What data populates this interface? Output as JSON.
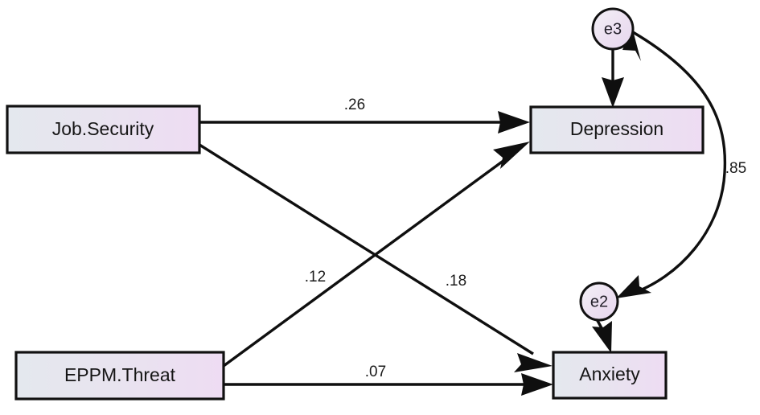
{
  "diagram": {
    "type": "path-diagram",
    "title": "",
    "background_color": "#ffffff",
    "node_fill_left": "#e3e7ee",
    "node_fill_right": "#eddcf2",
    "node_stroke": "#111111",
    "edge_color": "#0f0f0f"
  },
  "nodes": {
    "job_security": {
      "label": "Job.Security",
      "shape": "rectangle"
    },
    "eppm_threat": {
      "label": "EPPM.Threat",
      "shape": "rectangle"
    },
    "depression": {
      "label": "Depression",
      "shape": "rectangle"
    },
    "anxiety": {
      "label": "Anxiety",
      "shape": "rectangle"
    },
    "e3": {
      "label": "e3",
      "shape": "circle"
    },
    "e2": {
      "label": "e2",
      "shape": "circle"
    }
  },
  "edges": [
    {
      "id": "job-security-to-depression",
      "from": "Job.Security",
      "to": "Depression",
      "coefficient": ".26",
      "style": "single-headed"
    },
    {
      "id": "job-security-to-anxiety",
      "from": "Job.Security",
      "to": "Anxiety",
      "coefficient": ".18",
      "style": "single-headed"
    },
    {
      "id": "eppm-threat-to-depression",
      "from": "EPPM.Threat",
      "to": "Depression",
      "coefficient": ".12",
      "style": "single-headed"
    },
    {
      "id": "eppm-threat-to-anxiety",
      "from": "EPPM.Threat",
      "to": "Anxiety",
      "coefficient": ".07",
      "style": "single-headed"
    },
    {
      "id": "e3-to-depression",
      "from": "e3",
      "to": "Depression",
      "coefficient": "",
      "style": "single-headed"
    },
    {
      "id": "e2-to-anxiety",
      "from": "e2",
      "to": "Anxiety",
      "coefficient": "",
      "style": "single-headed"
    },
    {
      "id": "e3-e2-covariance",
      "from": "e3",
      "to": "e2",
      "coefficient": ".85",
      "style": "double-headed-curved"
    }
  ],
  "coefficients": {
    "job_security_depression": ".26",
    "eppm_threat_depression": ".12",
    "job_security_anxiety": ".18",
    "eppm_threat_anxiety": ".07",
    "e3_e2_correlation": ".85"
  }
}
